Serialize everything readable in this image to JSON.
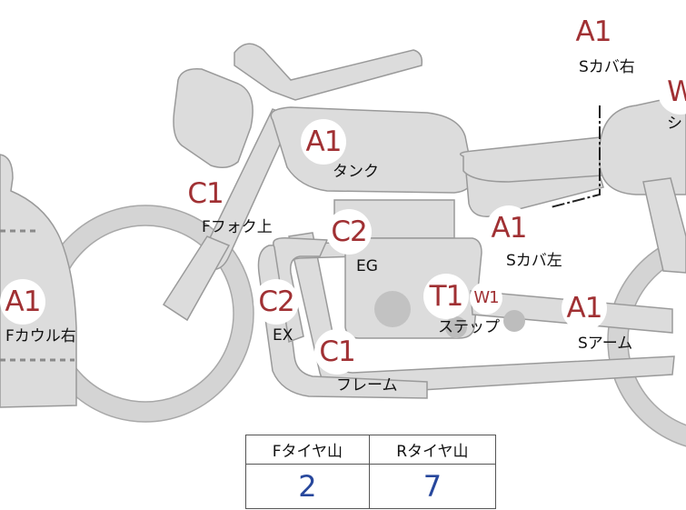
{
  "diagram": {
    "badges": [
      {
        "id": "a1-scover-right",
        "text": "A1"
      },
      {
        "id": "w-seat",
        "text": "W"
      },
      {
        "id": "a1-tank",
        "text": "A1"
      },
      {
        "id": "c1-ffork",
        "text": "C1"
      },
      {
        "id": "c2-eg",
        "text": "C2"
      },
      {
        "id": "a1-scover-left",
        "text": "A1"
      },
      {
        "id": "a1-fcowl",
        "text": "A1"
      },
      {
        "id": "c2-ex",
        "text": "C2"
      },
      {
        "id": "t1-step",
        "text": "T1"
      },
      {
        "id": "w1-step",
        "text": "W1"
      },
      {
        "id": "a1-sarm",
        "text": "A1"
      },
      {
        "id": "c1-frame",
        "text": "C1"
      }
    ],
    "labels": [
      {
        "id": "scover-right",
        "text": "Sカバ右"
      },
      {
        "id": "seat-partial",
        "text": "シ"
      },
      {
        "id": "tank",
        "text": "タンク"
      },
      {
        "id": "ffork-upper",
        "text": "Fフォク上"
      },
      {
        "id": "eg",
        "text": "EG"
      },
      {
        "id": "scover-left",
        "text": "Sカバ左"
      },
      {
        "id": "fcowl-right",
        "text": "Fカウル右"
      },
      {
        "id": "ex",
        "text": "EX"
      },
      {
        "id": "step",
        "text": "ステップ"
      },
      {
        "id": "sarm",
        "text": "Sアーム"
      },
      {
        "id": "frame",
        "text": "フレーム"
      }
    ]
  },
  "tire_table": {
    "headers": [
      "Fタイヤ山",
      "Rタイヤ山"
    ],
    "values": [
      "2",
      "7"
    ]
  },
  "colors": {
    "badge_text": "#a03033",
    "value_text": "#27479c",
    "part_fill": "#dcdcdc"
  }
}
